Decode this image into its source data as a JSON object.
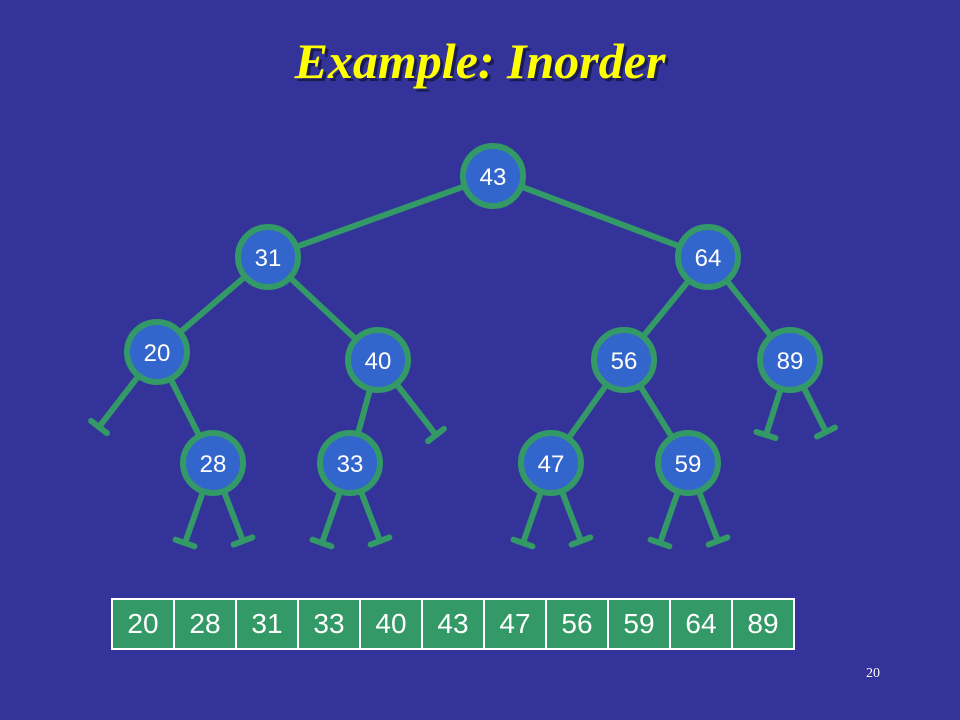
{
  "title": "Example: Inorder",
  "page_number": "20",
  "colors": {
    "background": "#333399",
    "node_fill": "#3366cc",
    "edge": "#339966",
    "cell_fill": "#339966",
    "title": "#ffff00"
  },
  "tree": {
    "nodes": [
      {
        "id": "n43",
        "value": "43"
      },
      {
        "id": "n31",
        "value": "31"
      },
      {
        "id": "n64",
        "value": "64"
      },
      {
        "id": "n20",
        "value": "20"
      },
      {
        "id": "n40",
        "value": "40"
      },
      {
        "id": "n56",
        "value": "56"
      },
      {
        "id": "n89",
        "value": "89"
      },
      {
        "id": "n28",
        "value": "28"
      },
      {
        "id": "n33",
        "value": "33"
      },
      {
        "id": "n47",
        "value": "47"
      },
      {
        "id": "n59",
        "value": "59"
      }
    ],
    "edges": [
      [
        "n43",
        "n31"
      ],
      [
        "n43",
        "n64"
      ],
      [
        "n31",
        "n20"
      ],
      [
        "n31",
        "n40"
      ],
      [
        "n64",
        "n56"
      ],
      [
        "n64",
        "n89"
      ],
      [
        "n20",
        "n28"
      ],
      [
        "n40",
        "n33"
      ],
      [
        "n56",
        "n47"
      ],
      [
        "n56",
        "n59"
      ]
    ]
  },
  "inorder_sequence": [
    "20",
    "28",
    "31",
    "33",
    "40",
    "43",
    "47",
    "56",
    "59",
    "64",
    "89"
  ]
}
